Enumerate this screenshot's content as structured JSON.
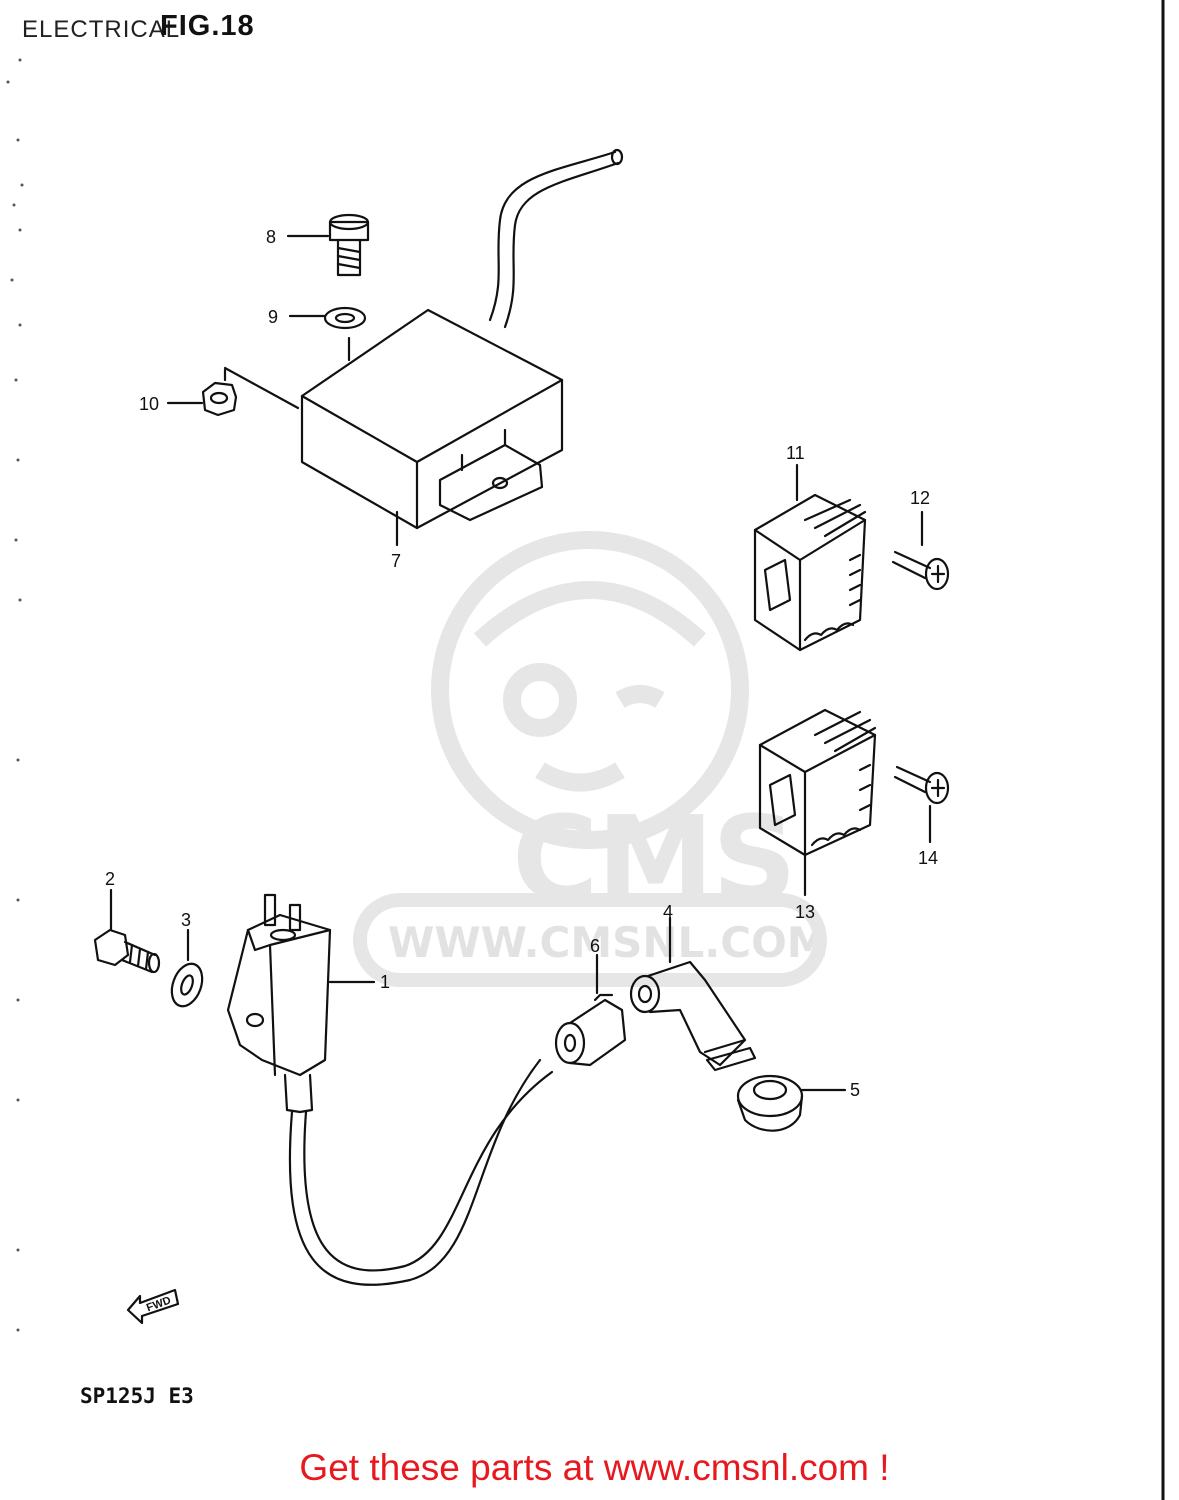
{
  "header": {
    "section": "ELECTRICAL",
    "figure": "FIG.18"
  },
  "watermark": {
    "logo_text": "CMS",
    "url_text": "WWW.CMSNL.COM"
  },
  "model_code": "SP125J E3",
  "direction_label": "FWD",
  "callouts": [
    {
      "id": "1",
      "label": "1",
      "part": "ignition-coil"
    },
    {
      "id": "2",
      "label": "2",
      "part": "bolt"
    },
    {
      "id": "3",
      "label": "3",
      "part": "washer"
    },
    {
      "id": "4",
      "label": "4",
      "part": "plug-cap-elbow"
    },
    {
      "id": "5",
      "label": "5",
      "part": "plug-cap-boot"
    },
    {
      "id": "6",
      "label": "6",
      "part": "cap-seal"
    },
    {
      "id": "7",
      "label": "7",
      "part": "cdi-unit"
    },
    {
      "id": "8",
      "label": "8",
      "part": "bolt"
    },
    {
      "id": "9",
      "label": "9",
      "part": "washer"
    },
    {
      "id": "10",
      "label": "10",
      "part": "nut"
    },
    {
      "id": "11",
      "label": "11",
      "part": "regulator-rectifier"
    },
    {
      "id": "12",
      "label": "12",
      "part": "screw"
    },
    {
      "id": "13",
      "label": "13",
      "part": "regulator-rectifier"
    },
    {
      "id": "14",
      "label": "14",
      "part": "screw"
    }
  ],
  "footer": {
    "text": "Get these parts at www.cmsnl.com !"
  },
  "colors": {
    "footer": "#e8191e",
    "linework": "#111111",
    "watermark": "#e2e2e2"
  }
}
